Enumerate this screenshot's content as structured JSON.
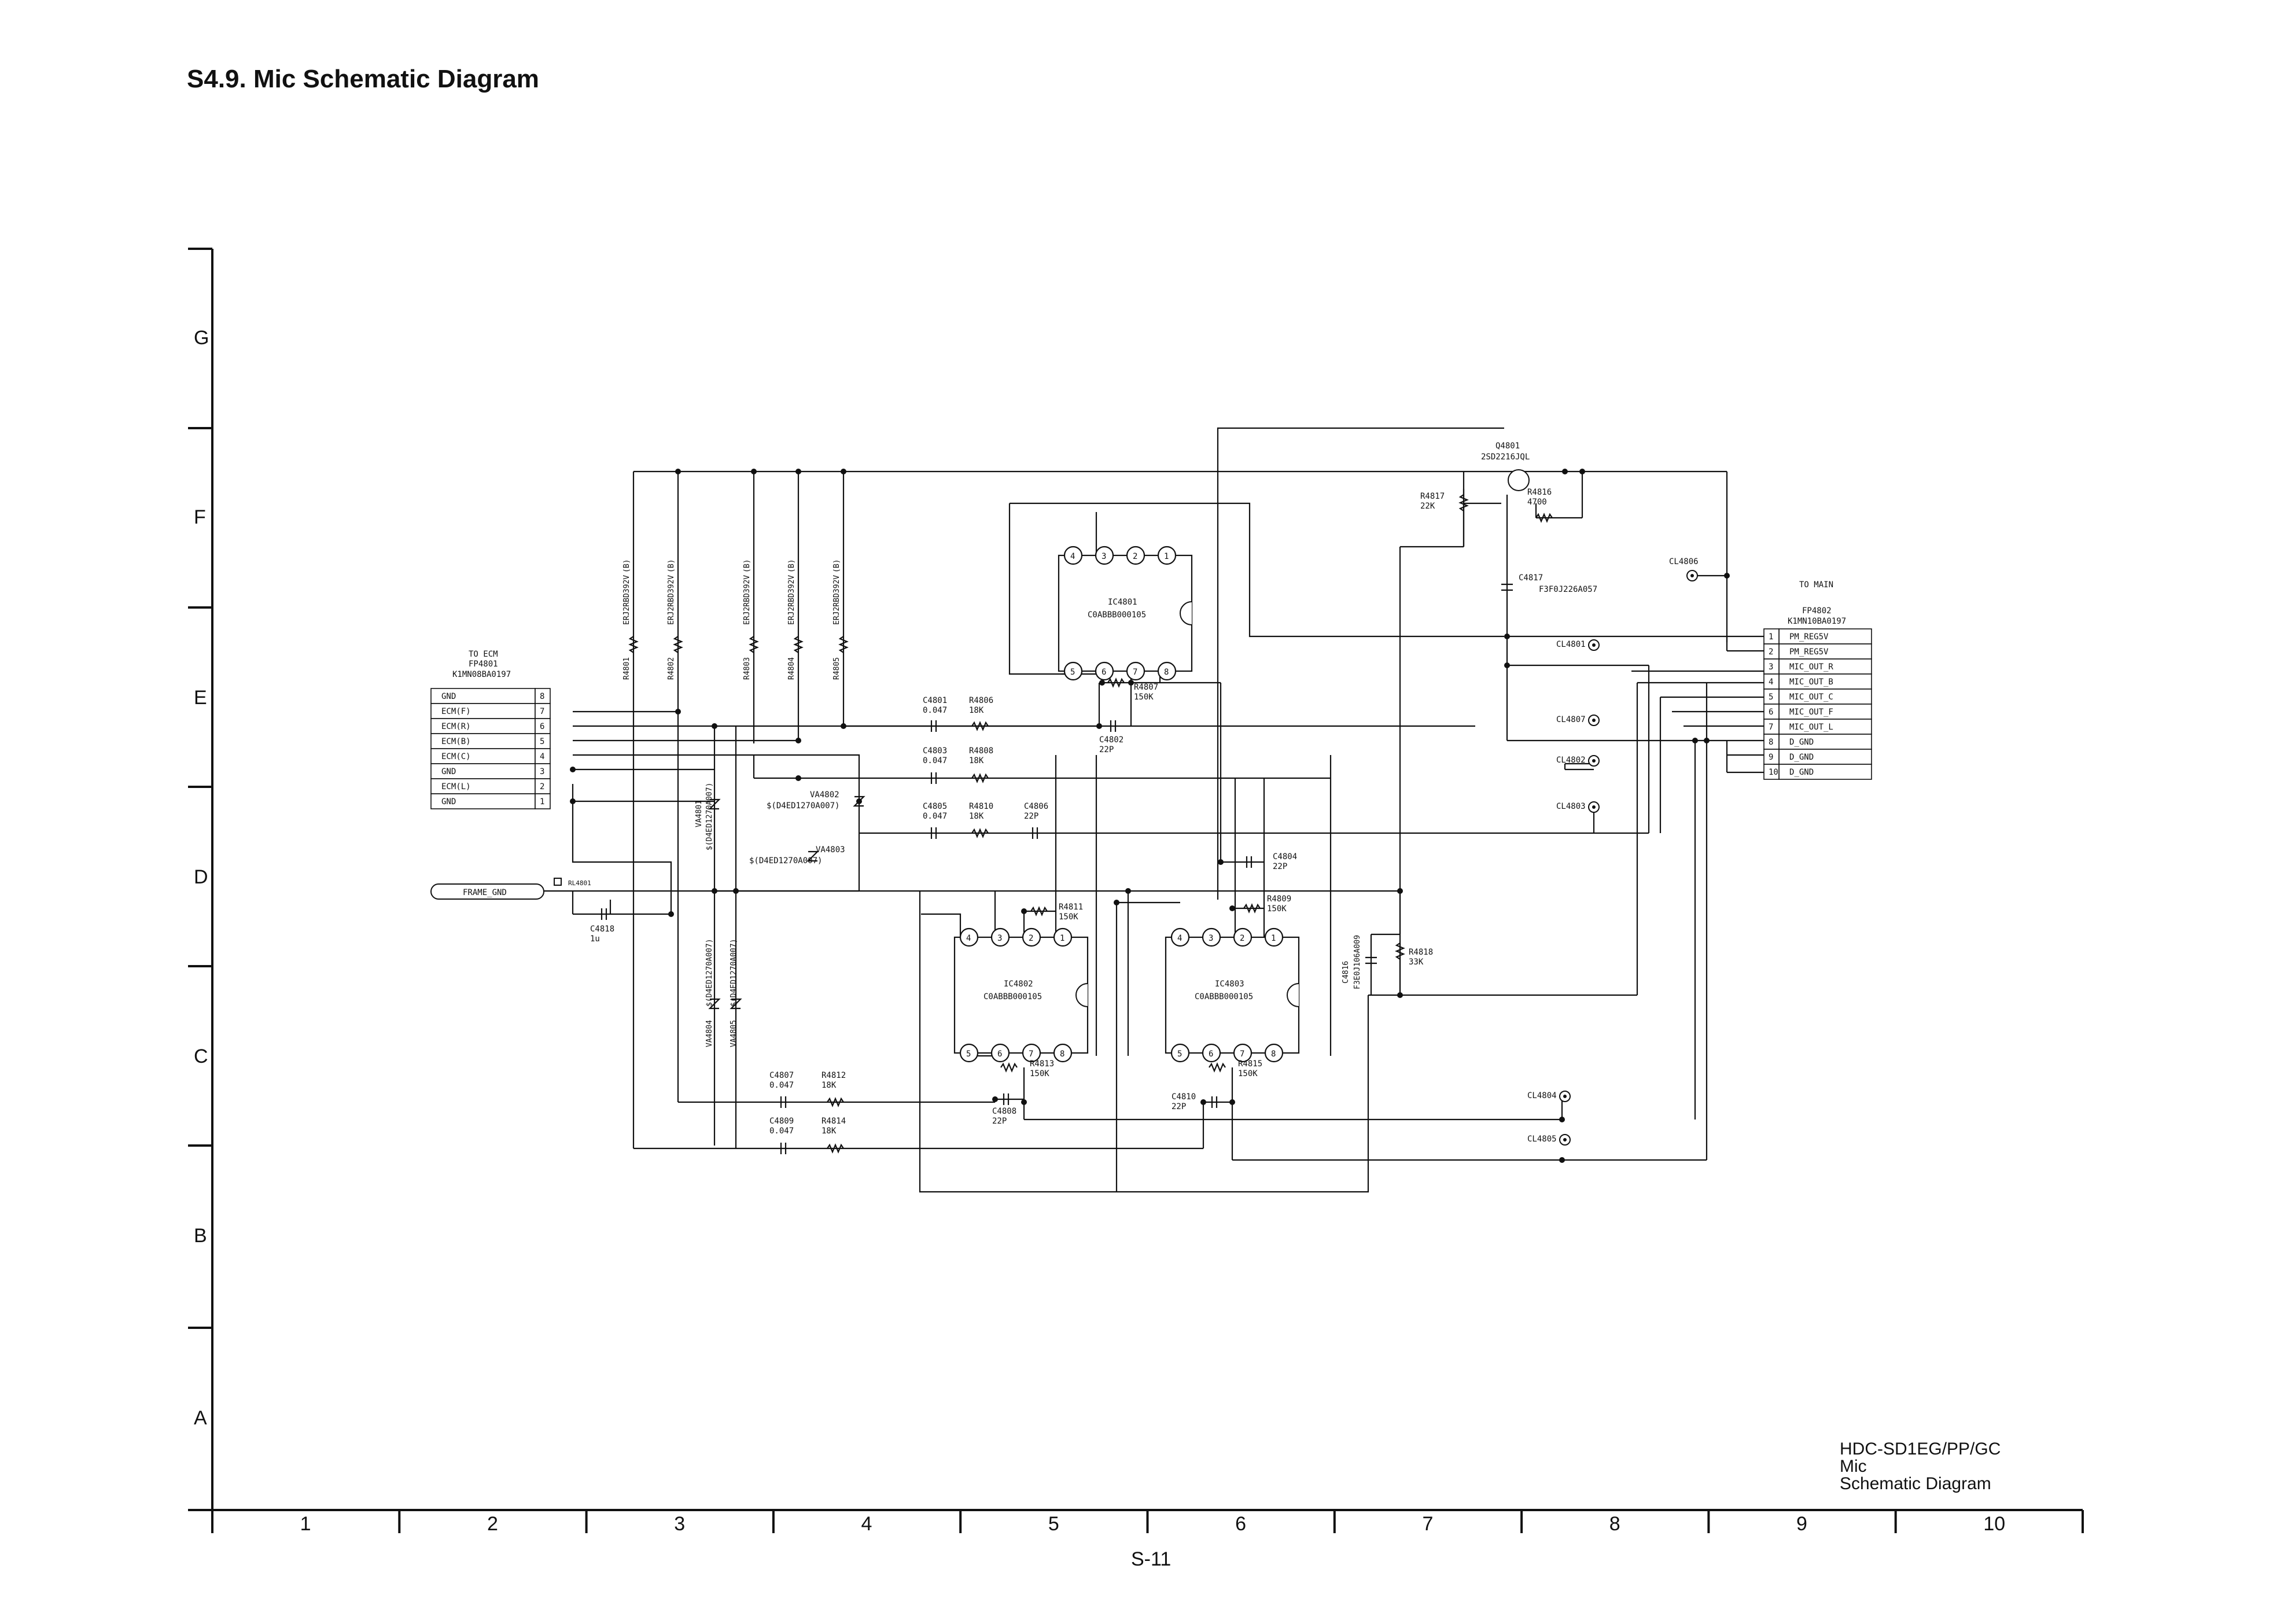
{
  "title": "S4.9. Mic Schematic Diagram",
  "footer": {
    "model": "HDC-SD1EG/PP/GC",
    "section": "Mic",
    "doc": "Schematic Diagram",
    "page": "S-11"
  },
  "rows": [
    "G",
    "F",
    "E",
    "D",
    "C",
    "B",
    "A"
  ],
  "cols": [
    "1",
    "2",
    "3",
    "4",
    "5",
    "6",
    "7",
    "8",
    "9",
    "10"
  ],
  "connectors": {
    "fp4801": {
      "to_label": "TO ECM",
      "ref": "FP4801",
      "part": "K1MN08BA0197",
      "pins": [
        {
          "n": "8",
          "name": "GND"
        },
        {
          "n": "7",
          "name": "ECM(F)"
        },
        {
          "n": "6",
          "name": "ECM(R)"
        },
        {
          "n": "5",
          "name": "ECM(B)"
        },
        {
          "n": "4",
          "name": "ECM(C)"
        },
        {
          "n": "3",
          "name": "GND"
        },
        {
          "n": "2",
          "name": "ECM(L)"
        },
        {
          "n": "1",
          "name": "GND"
        }
      ]
    },
    "fp4802": {
      "to_label": "TO MAIN",
      "ref": "FP4802",
      "part": "K1MN10BA0197",
      "pins": [
        {
          "n": "1",
          "name": "PM_REG5V"
        },
        {
          "n": "2",
          "name": "PM_REG5V"
        },
        {
          "n": "3",
          "name": "MIC_OUT_R"
        },
        {
          "n": "4",
          "name": "MIC_OUT_B"
        },
        {
          "n": "5",
          "name": "MIC_OUT_C"
        },
        {
          "n": "6",
          "name": "MIC_OUT_F"
        },
        {
          "n": "7",
          "name": "MIC_OUT_L"
        },
        {
          "n": "8",
          "name": "D_GND"
        },
        {
          "n": "9",
          "name": "D_GND"
        },
        {
          "n": "10",
          "name": "D_GND"
        }
      ]
    }
  },
  "frame_gnd": {
    "label": "FRAME_GND",
    "ref": "RL4801"
  },
  "ics": [
    {
      "ref": "IC4801",
      "part": "C0ABBB000105"
    },
    {
      "ref": "IC4802",
      "part": "C0ABBB000105"
    },
    {
      "ref": "IC4803",
      "part": "C0ABBB000105"
    }
  ],
  "ic_pins_top": [
    "4",
    "3",
    "2",
    "1"
  ],
  "ic_pins_bottom": [
    "5",
    "6",
    "7",
    "8"
  ],
  "transistor": {
    "ref": "Q4801",
    "part": "2SD2216JQL"
  },
  "bias_resistors": [
    {
      "ref": "R4801",
      "part": "ERJ2RBD392V",
      "tol": "(B)"
    },
    {
      "ref": "R4802",
      "part": "ERJ2RBD392V",
      "tol": "(B)"
    },
    {
      "ref": "R4803",
      "part": "ERJ2RBD392V",
      "tol": "(B)"
    },
    {
      "ref": "R4804",
      "part": "ERJ2RBD392V",
      "tol": "(B)"
    },
    {
      "ref": "R4805",
      "part": "ERJ2RBD392V",
      "tol": "(B)"
    }
  ],
  "varistors": [
    {
      "ref": "VA4801",
      "part": "$(D4ED1270A007)"
    },
    {
      "ref": "VA4802",
      "part": "$(D4ED1270A007)"
    },
    {
      "ref": "VA4803",
      "part": "$(D4ED1270A007)"
    },
    {
      "ref": "VA4804",
      "part": "$(D4ED1270A007)"
    },
    {
      "ref": "VA4805",
      "part": "$(D4ED1270A007)"
    }
  ],
  "labels": {
    "c4801": [
      "C4801",
      "0.047"
    ],
    "r4806": [
      "R4806",
      "18K"
    ],
    "c4803": [
      "C4803",
      "0.047"
    ],
    "r4808": [
      "R4808",
      "18K"
    ],
    "c4805": [
      "C4805",
      "0.047"
    ],
    "r4810": [
      "R4810",
      "18K"
    ],
    "c4806": [
      "C4806",
      "22P"
    ],
    "c4802": [
      "C4802",
      "22P"
    ],
    "r4807": [
      "R4807",
      "150K"
    ],
    "c4804": [
      "C4804",
      "22P"
    ],
    "r4809": [
      "R4809",
      "150K"
    ],
    "r4811": [
      "R4811",
      "150K"
    ],
    "c4818": [
      "C4818",
      "1u"
    ],
    "c4807": [
      "C4807",
      "0.047"
    ],
    "r4812": [
      "R4812",
      "18K"
    ],
    "c4809": [
      "C4809",
      "0.047"
    ],
    "r4814": [
      "R4814",
      "18K"
    ],
    "r4813": [
      "R4813",
      "150K"
    ],
    "c4808": [
      "C4808",
      "22P"
    ],
    "r4815": [
      "R4815",
      "150K"
    ],
    "c4810": [
      "C4810",
      "22P"
    ],
    "r4817": [
      "R4817",
      "22K"
    ],
    "r4816": [
      "R4816",
      "4700"
    ],
    "c4817": [
      "C4817",
      "F3F0J226A057"
    ],
    "r4818": [
      "R4818",
      "33K"
    ],
    "c4816": [
      "C4816",
      "F3E0J106A009"
    ]
  },
  "test_points": [
    "CL4806",
    "CL4801",
    "CL4807",
    "CL4802",
    "CL4803",
    "CL4804",
    "CL4805"
  ]
}
